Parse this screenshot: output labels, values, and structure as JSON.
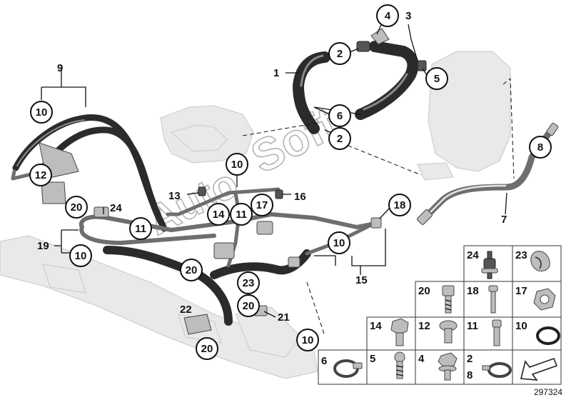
{
  "watermark": {
    "line1": "Auto",
    "line2": "Soft"
  },
  "diagram_ref": "297324",
  "callouts": {
    "c1": "1",
    "c2a": "2",
    "c2b": "2",
    "c3": "3",
    "c4": "4",
    "c5": "5",
    "c6": "6",
    "c7": "7",
    "c8": "8",
    "c9": "9",
    "c10a": "10",
    "c10b": "10",
    "c10c": "10",
    "c10d": "10",
    "c10e": "10",
    "c11a": "11",
    "c11b": "11",
    "c12": "12",
    "c13": "13",
    "c14": "14",
    "c15": "15",
    "c16": "16",
    "c17": "17",
    "c18": "18",
    "c19": "19",
    "c20a": "20",
    "c20b": "20",
    "c20c": "20",
    "c20d": "20",
    "c21": "21",
    "c22": "22",
    "c23": "23",
    "c24": "24"
  },
  "parts_table": {
    "row1": [
      "24",
      "23"
    ],
    "row2": [
      "20",
      "18",
      "17"
    ],
    "row3": [
      "14",
      "12",
      "11",
      "10"
    ],
    "row4": [
      "6",
      "5",
      "4",
      "2",
      "8"
    ]
  }
}
